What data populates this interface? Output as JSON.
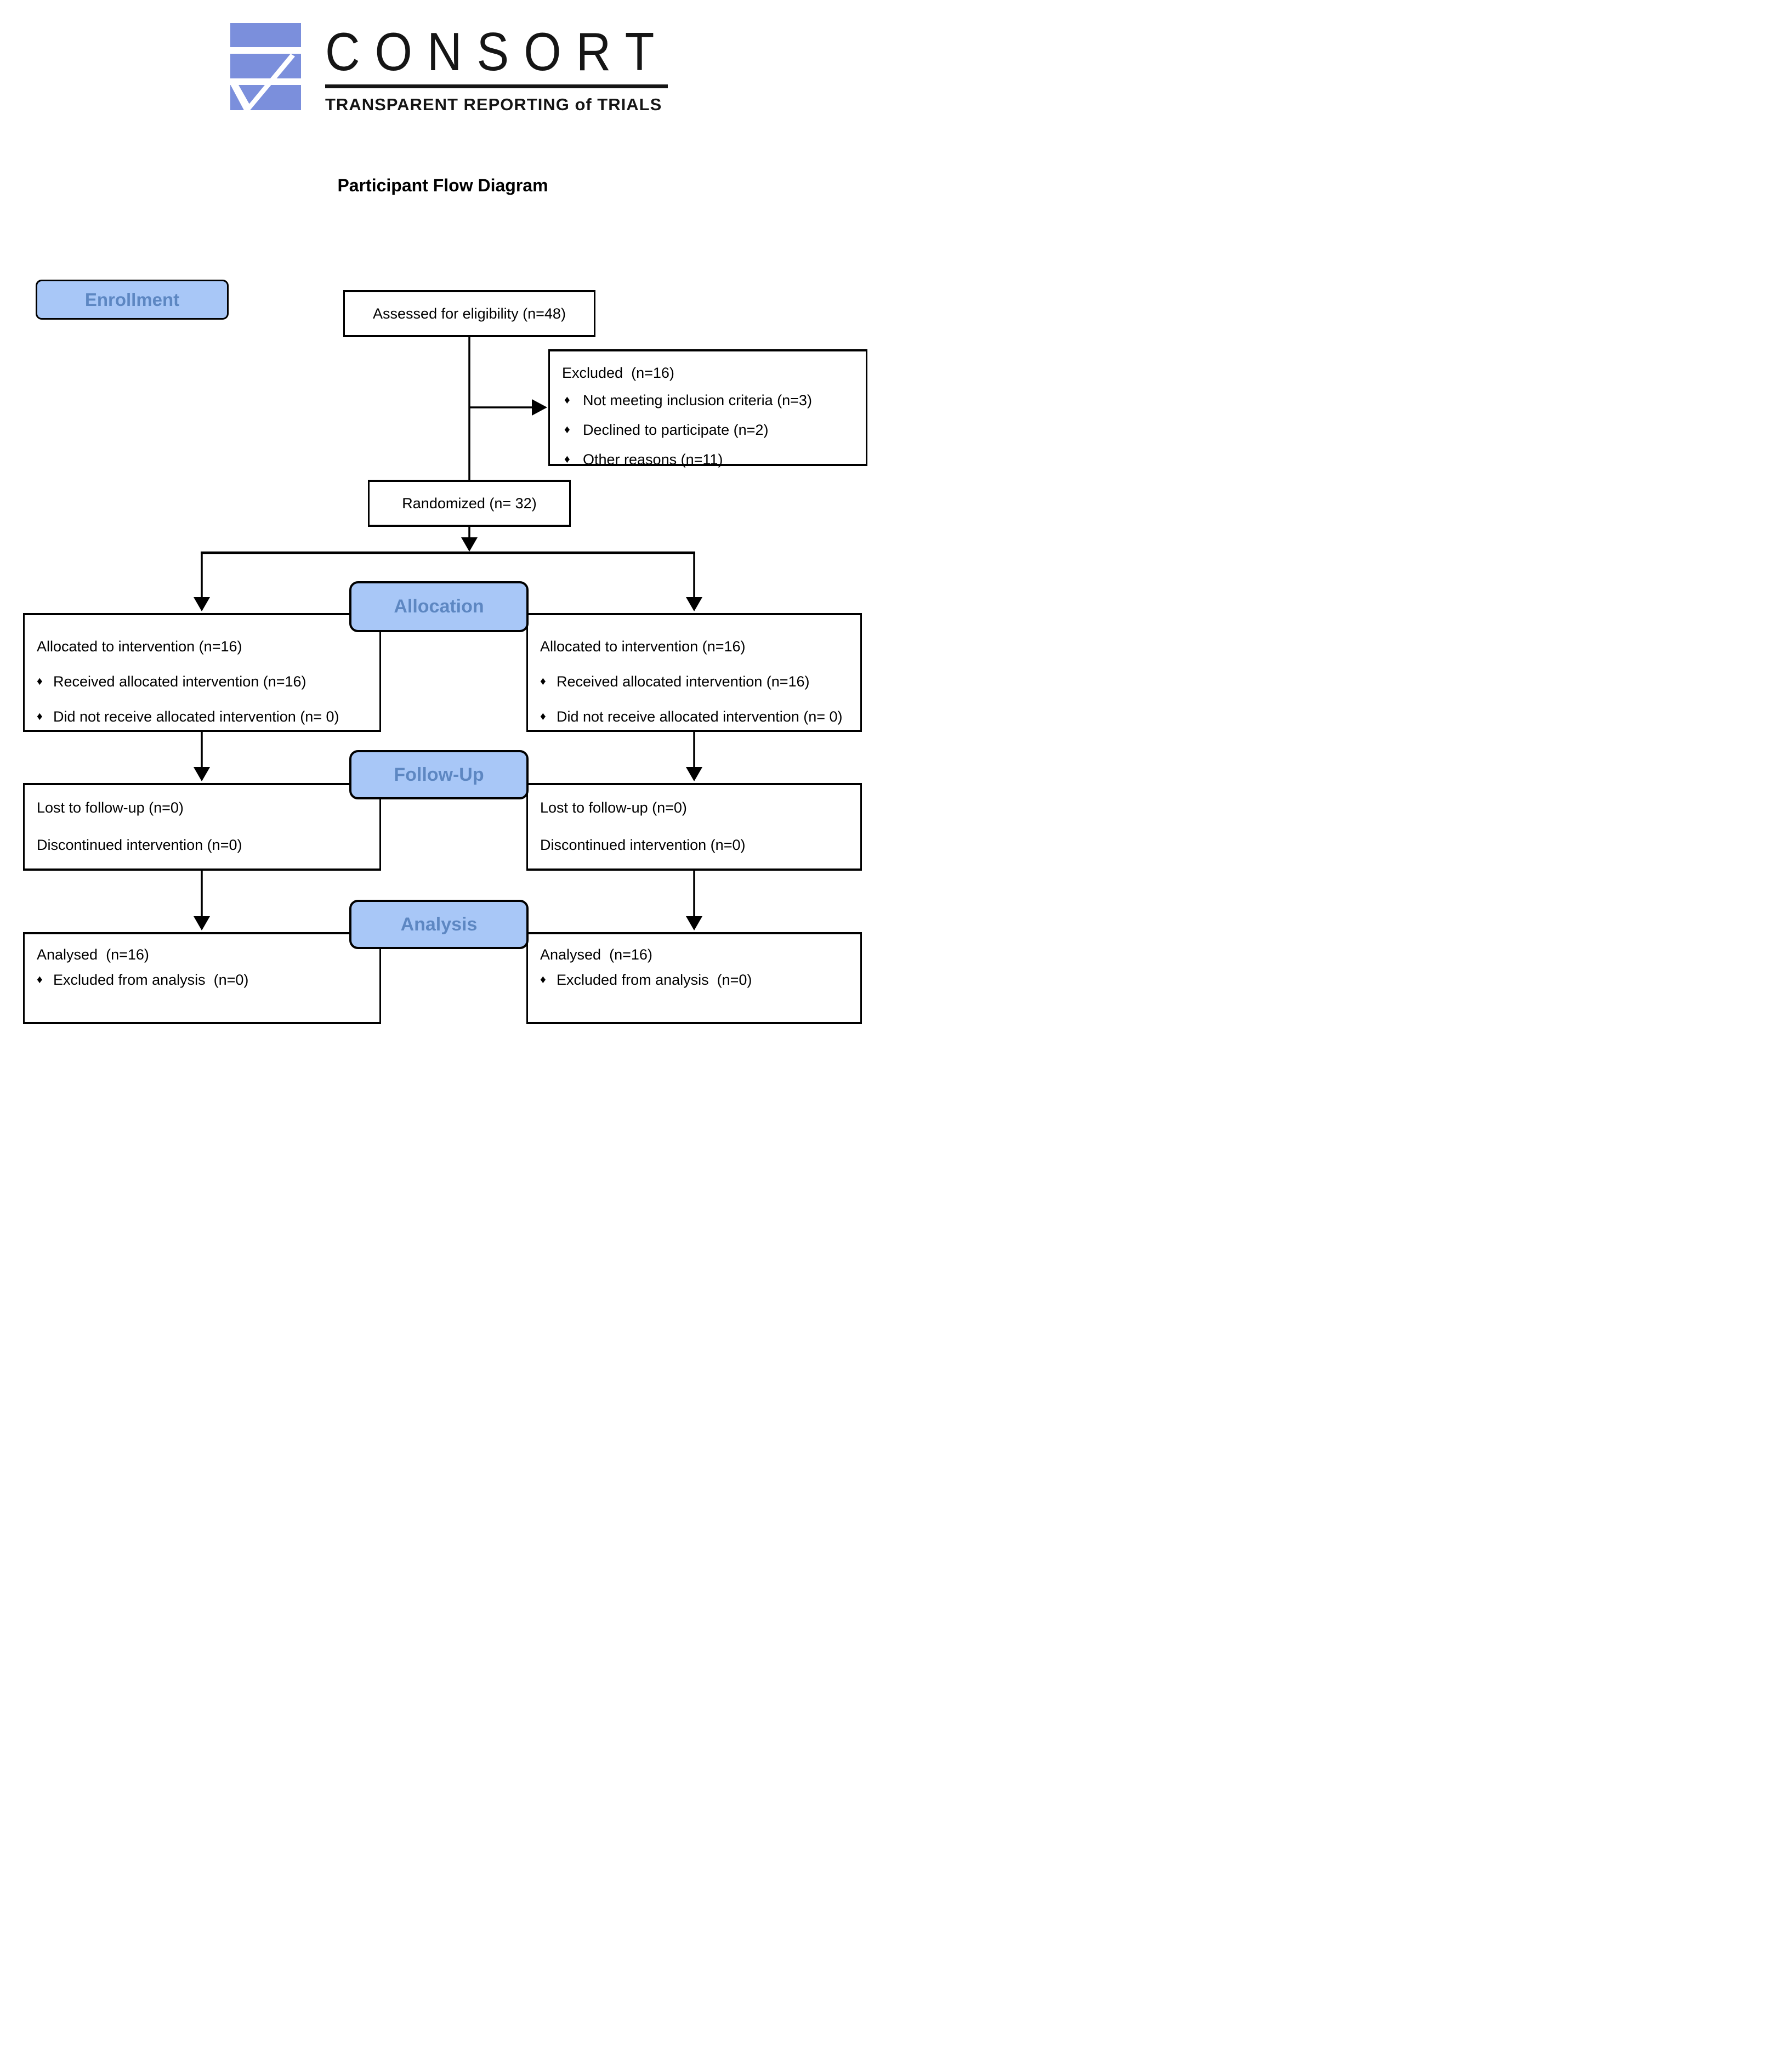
{
  "logo": {
    "brand": "CONSORT",
    "tagline": "TRANSPARENT REPORTING of TRIALS"
  },
  "title": "Participant Flow Diagram",
  "icons": {
    "bullet": "♦"
  },
  "colors": {
    "stage_fill": "#a8c7f7",
    "stage_text": "#5d87c2",
    "logo_blue": "#7b8fdc",
    "line": "#000000"
  },
  "stages": {
    "enrollment": "Enrollment",
    "allocation": "Allocation",
    "followup": "Follow-Up",
    "analysis": "Analysis"
  },
  "enrollment": {
    "assessed": "Assessed for eligibility (n=48)",
    "excluded": {
      "title": "Excluded  (n=16)",
      "items": [
        "Not meeting inclusion criteria (n=3)",
        "Declined to participate (n=2)",
        "Other reasons (n=11)"
      ]
    },
    "randomized": "Randomized (n= 32)"
  },
  "allocation": {
    "left": {
      "title": "Allocated to intervention (n=16)",
      "items": [
        "Received allocated intervention (n=16)",
        "Did not receive allocated intervention (n= 0)"
      ]
    },
    "right": {
      "title": "Allocated to intervention (n=16)",
      "items": [
        "Received allocated intervention (n=16)",
        "Did not receive allocated intervention (n= 0)"
      ]
    }
  },
  "followup": {
    "left": {
      "lines": [
        "Lost to follow-up (n=0)",
        "Discontinued intervention (n=0)"
      ]
    },
    "right": {
      "lines": [
        "Lost to follow-up (n=0)",
        "Discontinued intervention (n=0)"
      ]
    }
  },
  "analysis": {
    "left": {
      "title": "Analysed  (n=16)",
      "items": [
        "Excluded from analysis  (n=0)"
      ]
    },
    "right": {
      "title": "Analysed  (n=16)",
      "items": [
        "Excluded from analysis  (n=0)"
      ]
    }
  }
}
